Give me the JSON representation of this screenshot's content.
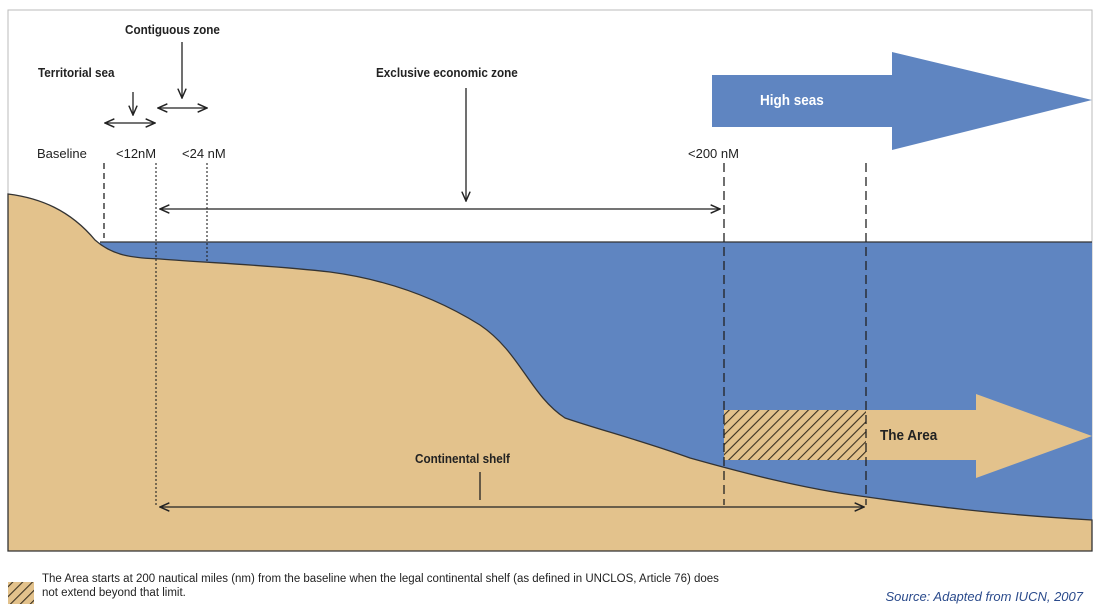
{
  "labels": {
    "contiguous_zone": "Contiguous zone",
    "territorial_sea": "Territorial sea",
    "exclusive_economic_zone": "Exclusive economic zone",
    "high_seas": "High seas",
    "the_area": "The Area",
    "continental_shelf": "Continental shelf"
  },
  "markers": {
    "baseline": "Baseline",
    "nm12": "<12nM",
    "nm24": "<24 nM",
    "nm200": "<200 nM"
  },
  "footnote": "The Area starts at 200 nautical miles (nm) from the baseline when the legal continental shelf (as defined in UNCLOS, Article 76) does not extend beyond that limit.",
  "source": "Source: Adapted from IUCN, 2007",
  "colors": {
    "sea": "#5f85c1",
    "land": "#e3c28c",
    "outline": "#333333",
    "text": "#222222",
    "source_text": "#2b4b8c"
  }
}
